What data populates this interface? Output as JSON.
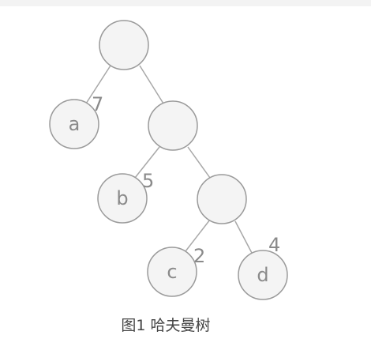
{
  "caption": "图1 哈夫曼树",
  "tree": {
    "nodes": [
      {
        "id": "root",
        "label": ""
      },
      {
        "id": "a",
        "label": "a"
      },
      {
        "id": "n1",
        "label": ""
      },
      {
        "id": "b",
        "label": "b"
      },
      {
        "id": "n2",
        "label": ""
      },
      {
        "id": "c",
        "label": "c"
      },
      {
        "id": "d",
        "label": "d"
      }
    ],
    "edges": [
      {
        "from": "root",
        "to": "a"
      },
      {
        "from": "root",
        "to": "n1"
      },
      {
        "from": "n1",
        "to": "b"
      },
      {
        "from": "n1",
        "to": "n2"
      },
      {
        "from": "n2",
        "to": "c"
      },
      {
        "from": "n2",
        "to": "d"
      }
    ],
    "weights": [
      {
        "node": "a",
        "value": "7"
      },
      {
        "node": "b",
        "value": "5"
      },
      {
        "node": "c",
        "value": "2"
      },
      {
        "node": "d",
        "value": "4"
      }
    ]
  },
  "colors": {
    "node_fill": "#f4f4f4",
    "node_stroke": "#9a9a9a",
    "edge": "#a8a8a8",
    "text": "#8a8a8a"
  }
}
